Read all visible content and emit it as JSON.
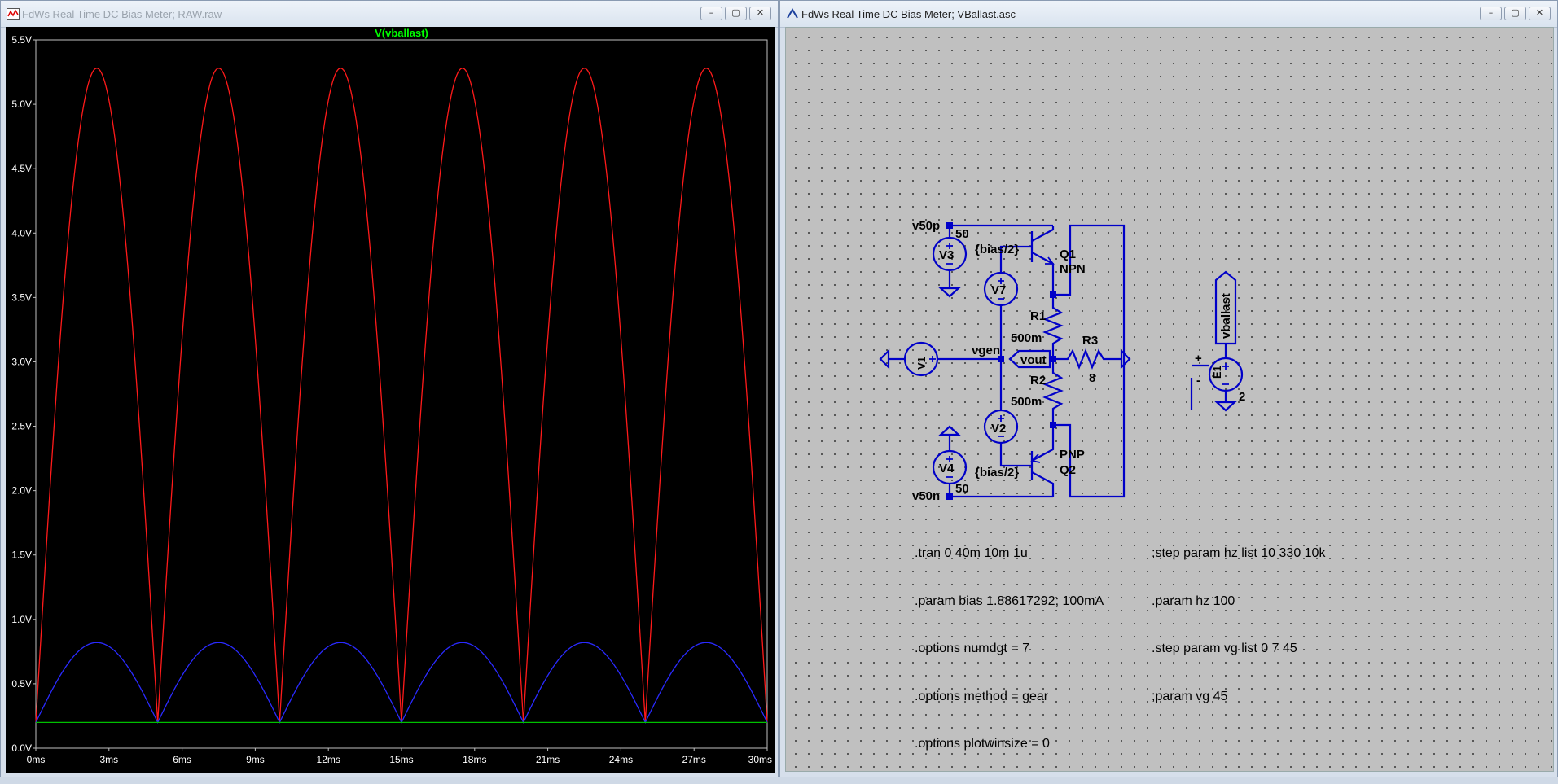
{
  "left_window": {
    "title": "FdWs Real Time DC Bias Meter; RAW.raw",
    "buttons": [
      "–",
      "▢",
      "✕"
    ]
  },
  "right_window": {
    "title": "FdWs Real Time DC Bias Meter; VBallast.asc",
    "buttons": [
      "–",
      "▢",
      "✕"
    ]
  },
  "chart_data": {
    "type": "line",
    "title": "V(vballast)",
    "xlabel": "",
    "ylabel": "",
    "xlim": [
      0,
      30
    ],
    "ylim": [
      0,
      5.5
    ],
    "x_unit": "ms",
    "x_ticks": [
      "0ms",
      "3ms",
      "6ms",
      "9ms",
      "12ms",
      "15ms",
      "18ms",
      "21ms",
      "24ms",
      "27ms",
      "30ms"
    ],
    "y_ticks": [
      "0.0V",
      "0.5V",
      "1.0V",
      "1.5V",
      "2.0V",
      "2.5V",
      "3.0V",
      "3.5V",
      "4.0V",
      "4.5V",
      "5.0V",
      "5.5V"
    ],
    "grid": false,
    "series": [
      {
        "color": "#ff1a1a",
        "shape": "rectified-sine",
        "period_ms": 5,
        "min": 0.2,
        "max": 5.28
      },
      {
        "color": "#2a2aff",
        "shape": "rectified-sine",
        "period_ms": 5,
        "min": 0.2,
        "max": 0.82
      },
      {
        "color": "#00c000",
        "shape": "constant",
        "value": 0.2
      }
    ],
    "colors": {
      "title": "#00ff00",
      "axis_text": "#ffffff",
      "frame": "#bfbfbf"
    }
  },
  "schematic": {
    "wire_color": "#0000c8",
    "labels": {
      "v50p": "v50p",
      "v50n": "v50n",
      "v3_val": "50",
      "v4_val": "50",
      "v3": "V3",
      "v4": "V4",
      "v7": "V7",
      "v2": "V2",
      "v1": "V1",
      "e1": "E1",
      "bias_top": "{bias/2}",
      "bias_bot": "{bias/2}",
      "q1": "Q1",
      "npn": "NPN",
      "q2": "Q2",
      "pnp": "PNP",
      "r1": "R1",
      "r1_val": "500m",
      "r2": "R2",
      "r2_val": "500m",
      "r3": "R3",
      "r3_val": "8",
      "vgen": "vgen",
      "vout": "vout",
      "vballast": "vballast",
      "e1_gain": "2",
      "plus": "+",
      "minus": "-"
    },
    "directives_left": [
      ".tran 0 40m 10m 1u",
      ".param bias 1.88617292; 100mA",
      ".options numdgt = 7",
      ".options method = gear",
      ".options plotwinsize = 0"
    ],
    "directives_right": [
      ";step param hz list 10 330 10k",
      ".param hz 100",
      ".step param vg list 0 7 45",
      ";param vg 45"
    ]
  }
}
